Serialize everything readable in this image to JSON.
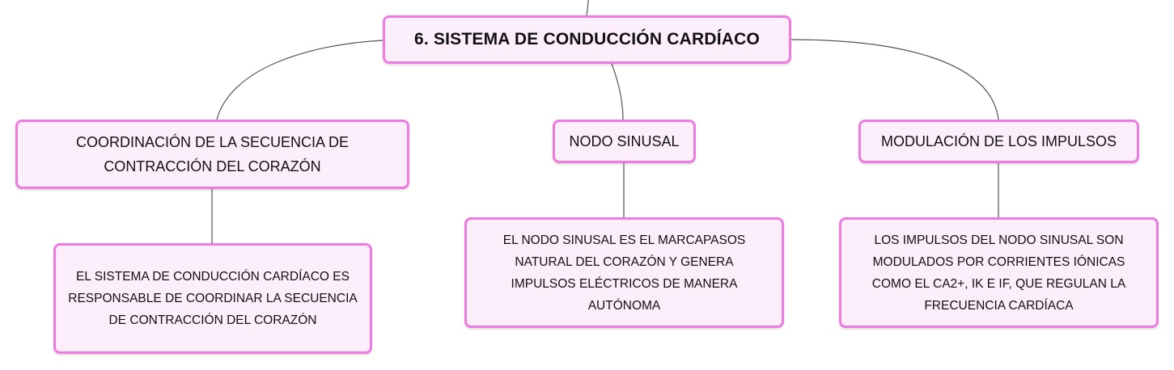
{
  "map": {
    "root": "6. SISTEMA DE CONDUCCIÓN CARDÍACO",
    "topics": [
      {
        "label": "COORDINACIÓN DE LA SECUENCIA DE CONTRACCIÓN DEL CORAZÓN",
        "detail": "EL SISTEMA DE CONDUCCIÓN CARDÍACO ES RESPONSABLE DE COORDINAR LA SECUENCIA DE CONTRACCIÓN DEL CORAZÓN"
      },
      {
        "label": "NODO SINUSAL",
        "detail": "EL NODO SINUSAL ES EL MARCAPASOS NATURAL DEL CORAZÓN Y GENERA IMPULSOS ELÉCTRICOS DE MANERA AUTÓNOMA"
      },
      {
        "label": "MODULACIÓN DE LOS IMPULSOS",
        "detail": "LOS IMPULSOS DEL NODO SINUSAL SON MODULADOS POR CORRIENTES IÓNICAS COMO EL CA2+, IK E IF, QUE REGULAN LA FRECUENCIA CARDÍACA"
      }
    ]
  },
  "colors": {
    "node_fill": "#fdeefb",
    "node_border": "#ee7be0",
    "connector": "#555555",
    "text": "#111111"
  }
}
